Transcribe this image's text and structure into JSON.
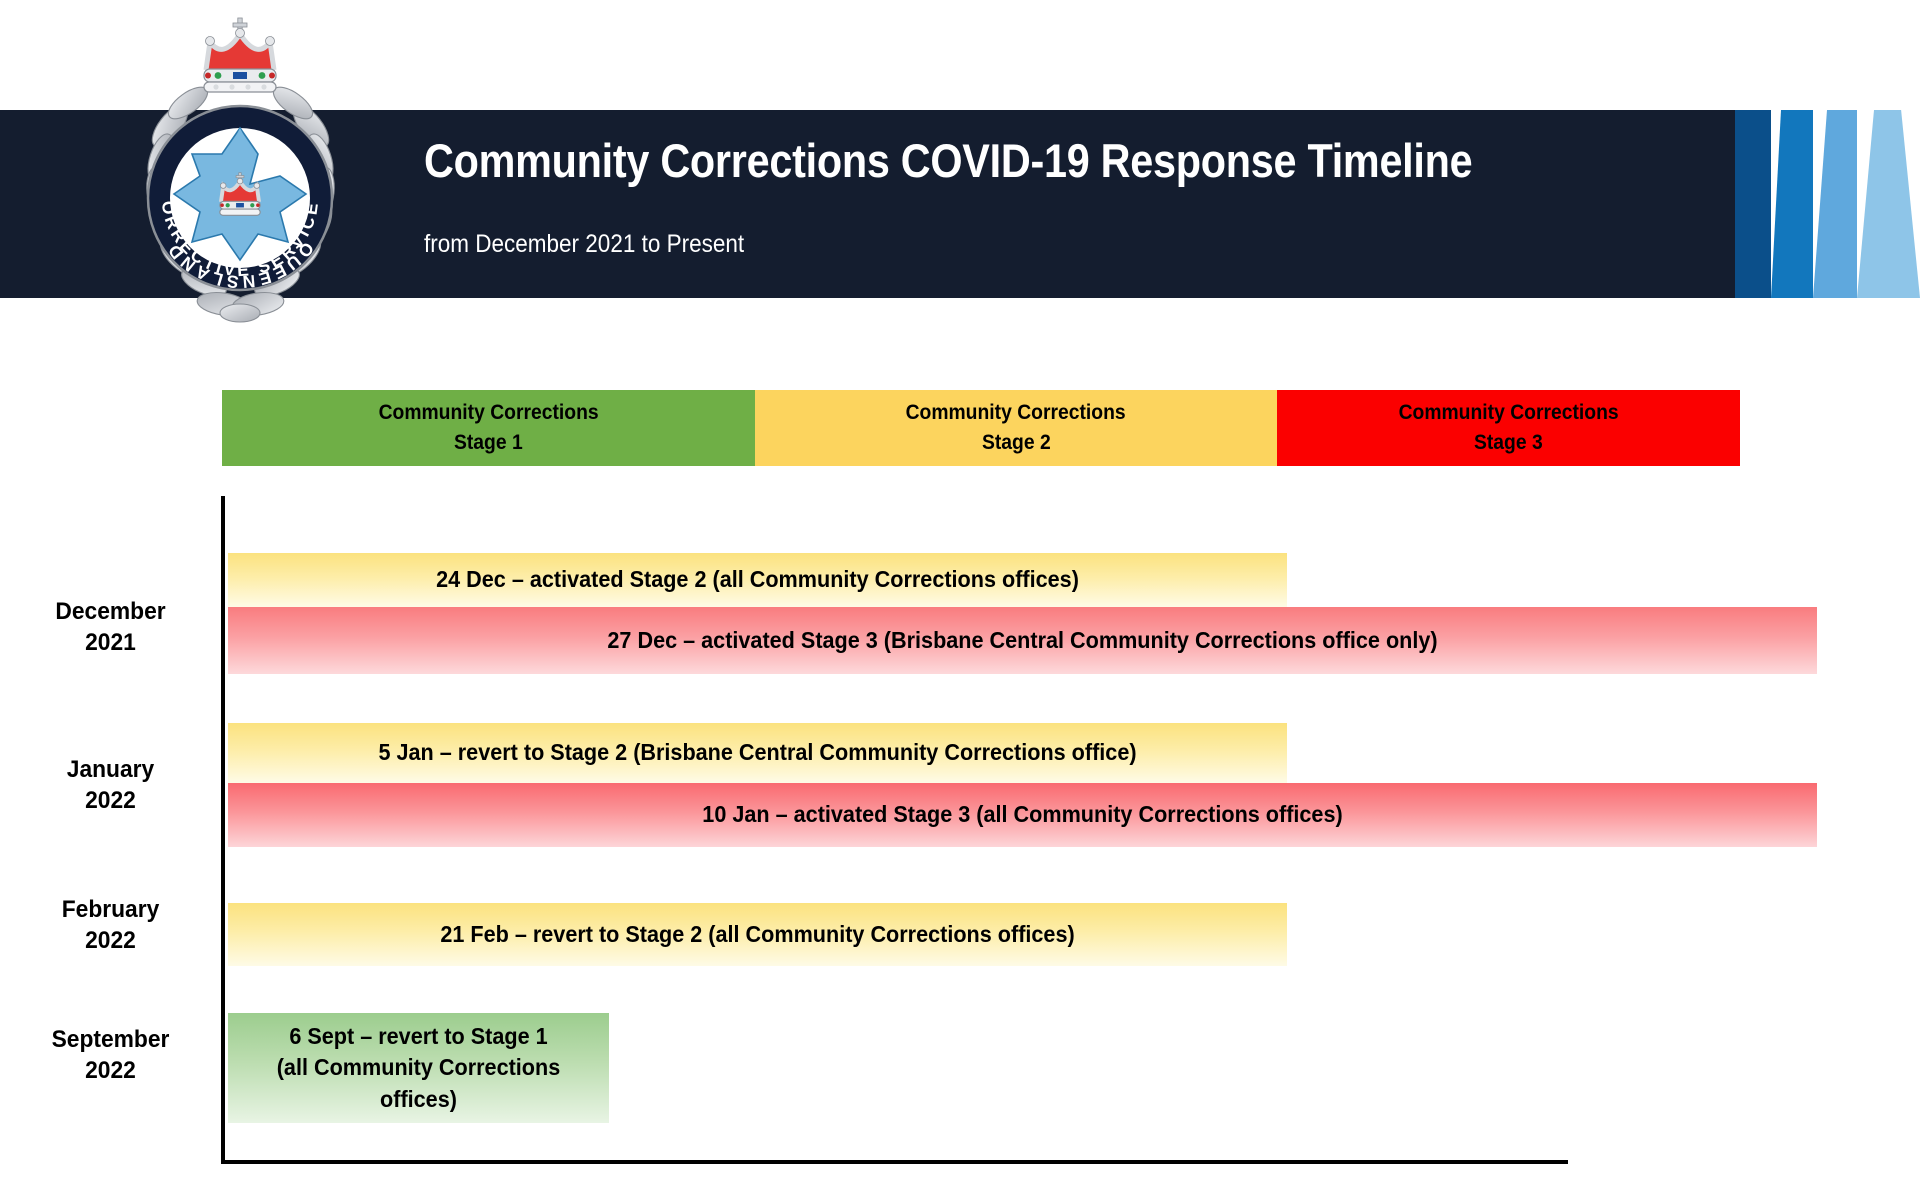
{
  "header": {
    "title": "Community Corrections COVID-19 Response Timeline",
    "subtitle": "from December 2021 to Present",
    "background_color": "#141d2f",
    "logo": {
      "name": "queensland-corrective-services-badge",
      "ring_top_text": "QUEENSLAND",
      "ring_bottom_text": "CORRECTIVE SERVICES"
    },
    "chevron_colors": [
      "#0b4f8a",
      "#1277bd",
      "#5fa8dd",
      "#8ec5e8"
    ]
  },
  "legend": {
    "stages": [
      {
        "line1": "Community Corrections",
        "line2": "Stage 1",
        "color": "#6FAF46"
      },
      {
        "line1": "Community Corrections",
        "line2": "Stage 2",
        "color": "#FCD45E"
      },
      {
        "line1": "Community Corrections",
        "line2": "Stage 3",
        "color": "#FB0000"
      }
    ]
  },
  "chart_data": {
    "type": "table",
    "title": "Community Corrections COVID-19 Response Timeline",
    "subtitle": "from December 2021 to Present",
    "xlabel": "",
    "ylabel": "",
    "legend": [
      "Community Corrections Stage 1",
      "Community Corrections Stage 2",
      "Community Corrections Stage 3"
    ],
    "categories": [
      "December 2021",
      "January 2022",
      "February 2022",
      "September 2022"
    ],
    "events": [
      {
        "period_line1": "December",
        "period_line2": "2021",
        "date": "24 Dec",
        "stage": 2,
        "text": "24 Dec – activated Stage 2 (all Community Corrections offices)"
      },
      {
        "period_line1": "December",
        "period_line2": "2021",
        "date": "27 Dec",
        "stage": 3,
        "text": "27 Dec – activated Stage 3 (Brisbane Central Community Corrections office only)"
      },
      {
        "period_line1": "January",
        "period_line2": "2022",
        "date": "5 Jan",
        "stage": 2,
        "text": "5 Jan – revert to Stage 2 (Brisbane Central Community Corrections office)"
      },
      {
        "period_line1": "January",
        "period_line2": "2022",
        "date": "10 Jan",
        "stage": 3,
        "text": "10 Jan – activated Stage 3 (all Community Corrections offices)"
      },
      {
        "period_line1": "February",
        "period_line2": "2022",
        "date": "21 Feb",
        "stage": 2,
        "text": "21 Feb – revert to Stage 2 (all Community Corrections offices)"
      },
      {
        "period_line1": "September",
        "period_line2": "2022",
        "date": "6 Sept",
        "stage": 1,
        "text": "6 Sept – revert to Stage 1 (all Community Corrections offices)"
      }
    ]
  },
  "months": [
    {
      "line1": "December",
      "line2": "2021"
    },
    {
      "line1": "January",
      "line2": "2022"
    },
    {
      "line1": "February",
      "line2": "2022"
    },
    {
      "line1": "September",
      "line2": "2022"
    }
  ],
  "bars": [
    {
      "text": "24 Dec – activated Stage 2 (all Community Corrections offices)"
    },
    {
      "text": "27 Dec – activated Stage 3 (Brisbane Central Community Corrections office only)"
    },
    {
      "text": "5 Jan – revert to Stage 2 (Brisbane Central Community Corrections office)"
    },
    {
      "text": "10 Jan – activated Stage 3 (all Community Corrections offices)"
    },
    {
      "text": "21 Feb – revert to Stage 2 (all Community Corrections offices)"
    },
    {
      "text": "6 Sept – revert to Stage 1\n(all Community Corrections\noffices)"
    }
  ]
}
